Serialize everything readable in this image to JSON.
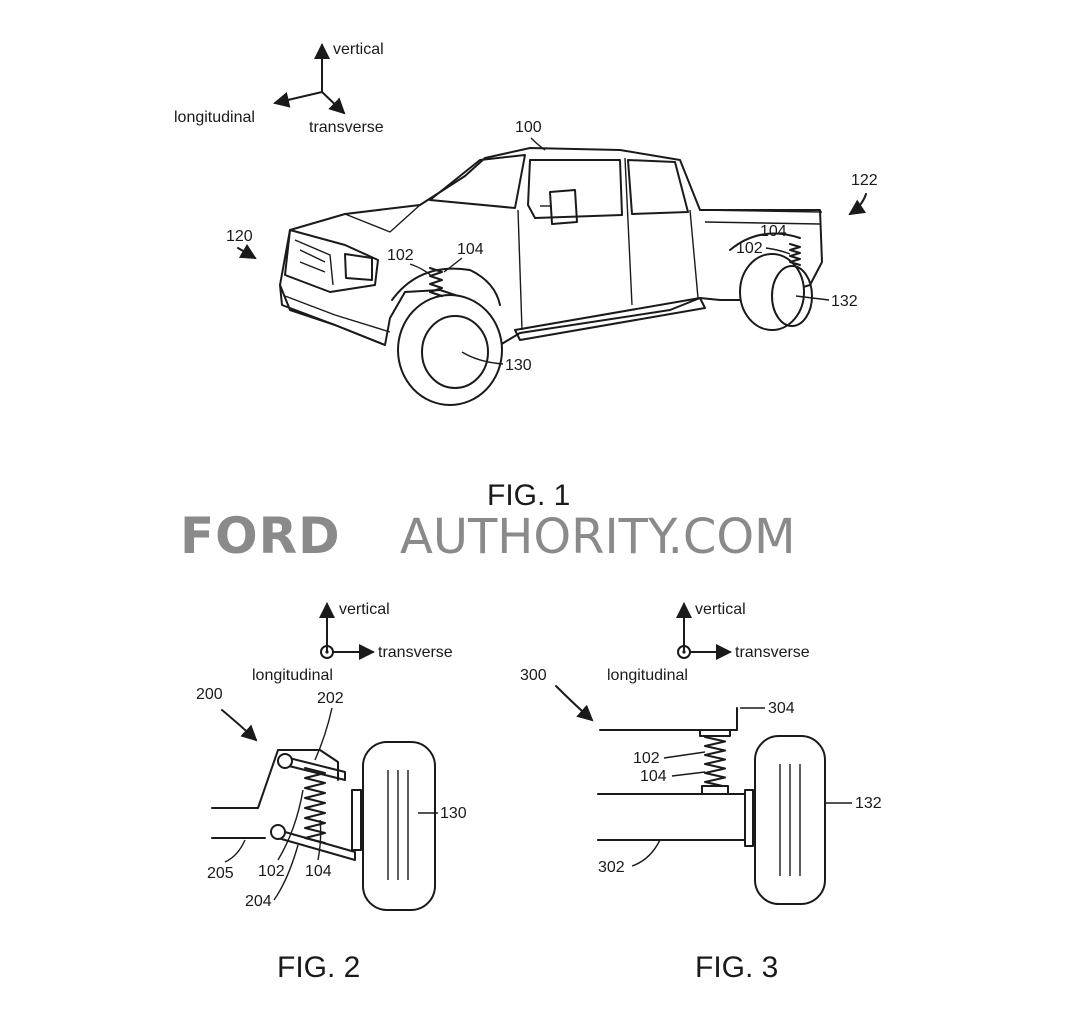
{
  "fig1": {
    "caption": "FIG. 1",
    "axes": {
      "vertical": "vertical",
      "longitudinal": "longitudinal",
      "transverse": "transverse"
    },
    "refs": {
      "vehicle": "100",
      "front": "120",
      "rear": "122",
      "front_spring_a": "102",
      "front_spring_b": "104",
      "rear_spring_a": "102",
      "rear_spring_b": "104",
      "front_wheel": "130",
      "rear_wheel": "132"
    }
  },
  "watermark": {
    "brand": "FORD",
    "rest": "AUTHORITY.COM"
  },
  "fig2": {
    "caption": "FIG. 2",
    "axes": {
      "vertical": "vertical",
      "longitudinal": "longitudinal",
      "transverse": "transverse"
    },
    "refs": {
      "assembly": "200",
      "upper_arm": "202",
      "lower_arm": "204",
      "frame": "205",
      "spring_a": "102",
      "spring_b": "104",
      "wheel": "130"
    }
  },
  "fig3": {
    "caption": "FIG. 3",
    "axes": {
      "vertical": "vertical",
      "longitudinal": "longitudinal",
      "transverse": "transverse"
    },
    "refs": {
      "assembly": "300",
      "axle": "302",
      "frame": "304",
      "spring_a": "102",
      "spring_b": "104",
      "wheel": "132"
    }
  }
}
